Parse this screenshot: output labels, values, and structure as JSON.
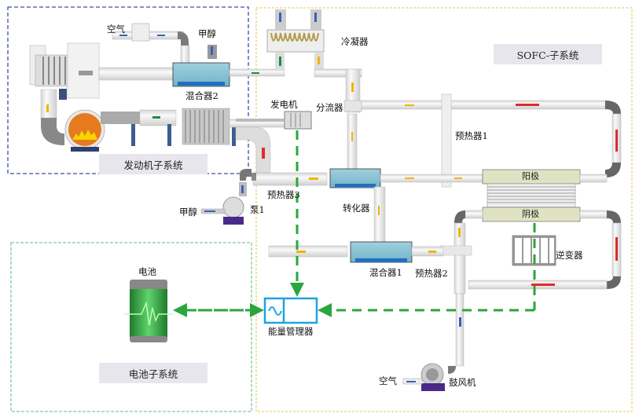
{
  "subsystems": {
    "engine": {
      "label": "发动机子系统",
      "border_color": "#3a4fa3"
    },
    "sofc": {
      "label": "SOFC-子系统",
      "border_color": "#e8d271"
    },
    "battery": {
      "label": "电池子系统",
      "border_color": "#7fc8a8"
    }
  },
  "components": {
    "air_top": "空气",
    "methanol_top": "甲醇",
    "mixer2": "混合器2",
    "condenser": "冷凝器",
    "generator": "发电机",
    "splitter": "分流器",
    "preheater1": "预热器1",
    "preheater3": "预热器3",
    "pump1": "泵1",
    "methanol_pump": "甲醇",
    "reformer": "转化器",
    "anode": "阳极",
    "cathode": "阴极",
    "inverter": "逆变器",
    "mixer1": "混合器1",
    "preheater2": "预热器2",
    "battery": "电池",
    "energy_manager": "能量管理器",
    "air_bottom": "空气",
    "blower": "鼓风机"
  },
  "colors": {
    "power_line": "#2aa63c",
    "hot_flow": "#e02a2a",
    "fuel_flow": "#f0b400",
    "air_flow": "#3a5fb8",
    "exhaust_flow": "#1e8a4a",
    "mixer_body": "#86c3d6",
    "stack_body": "#dfe3c4",
    "pipe": "#eeeeee"
  }
}
